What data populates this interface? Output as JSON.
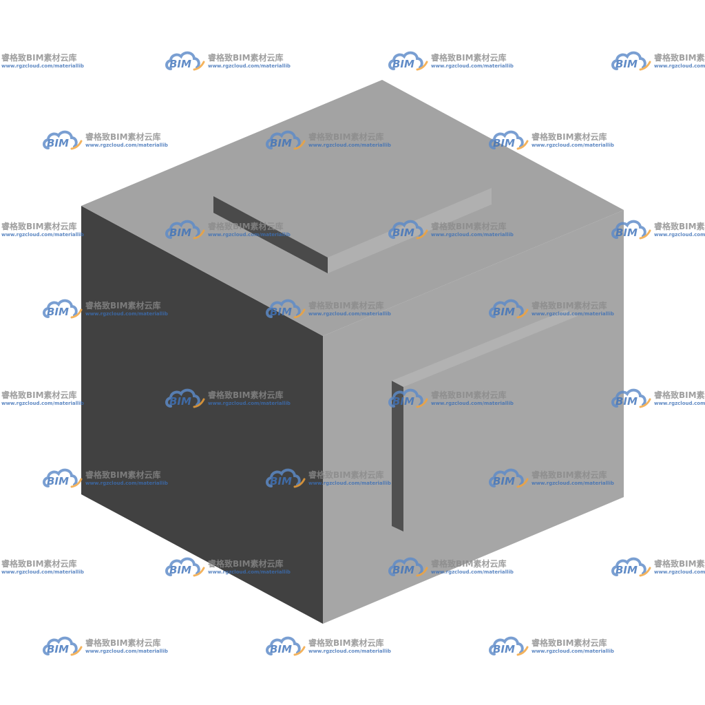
{
  "scene": {
    "subject": "isometric box model",
    "colors": {
      "top_face": "#a3a3a3",
      "right_face": "#a6a6a6",
      "left_face": "#414141",
      "slot_shadow": "#505050",
      "slot_floor": "#b0b0b0"
    }
  },
  "watermark": {
    "logo_text": "BIM",
    "brand": "睿格致BIM素材云库",
    "url": "www.rgzcloud.com/materiallib",
    "logo_icon": "cloud-icon",
    "colors": {
      "cloud": "#5d8bc9",
      "swoosh": "#f2a33a",
      "brand_text": "#8a8a8a",
      "url_text": "#3b6fb6"
    }
  }
}
